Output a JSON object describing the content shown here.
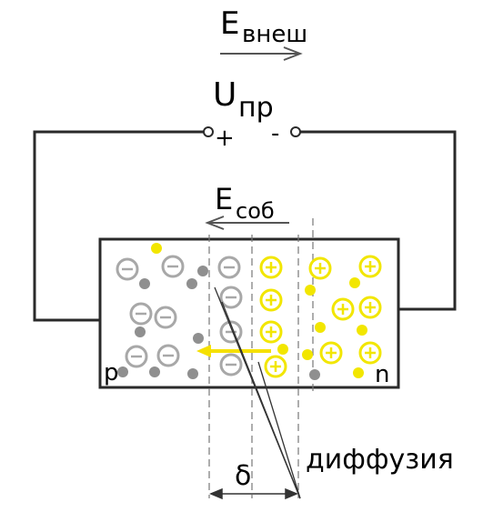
{
  "labels": {
    "e_ext_main": "E",
    "e_ext_sub": "внеш",
    "u_main": "U",
    "u_sub": "пр",
    "plus": "+",
    "minus": "-",
    "e_own_main": "E",
    "e_own_sub": "соб",
    "p_region": "p",
    "n_region": "n",
    "delta": "δ",
    "diffusion": "диффузия"
  },
  "colors": {
    "line": "#2a2a2a",
    "p_ion": "#a8a8a8",
    "p_carrier": "#8f8f8f",
    "n_ion": "#f2e600",
    "n_carrier": "#f2e600",
    "field_arrow": "#f5e000",
    "text": "#222222"
  },
  "icons": {
    "negative_ion": "minus-circle-icon",
    "positive_ion": "plus-circle-icon",
    "carrier": "dot-icon"
  }
}
